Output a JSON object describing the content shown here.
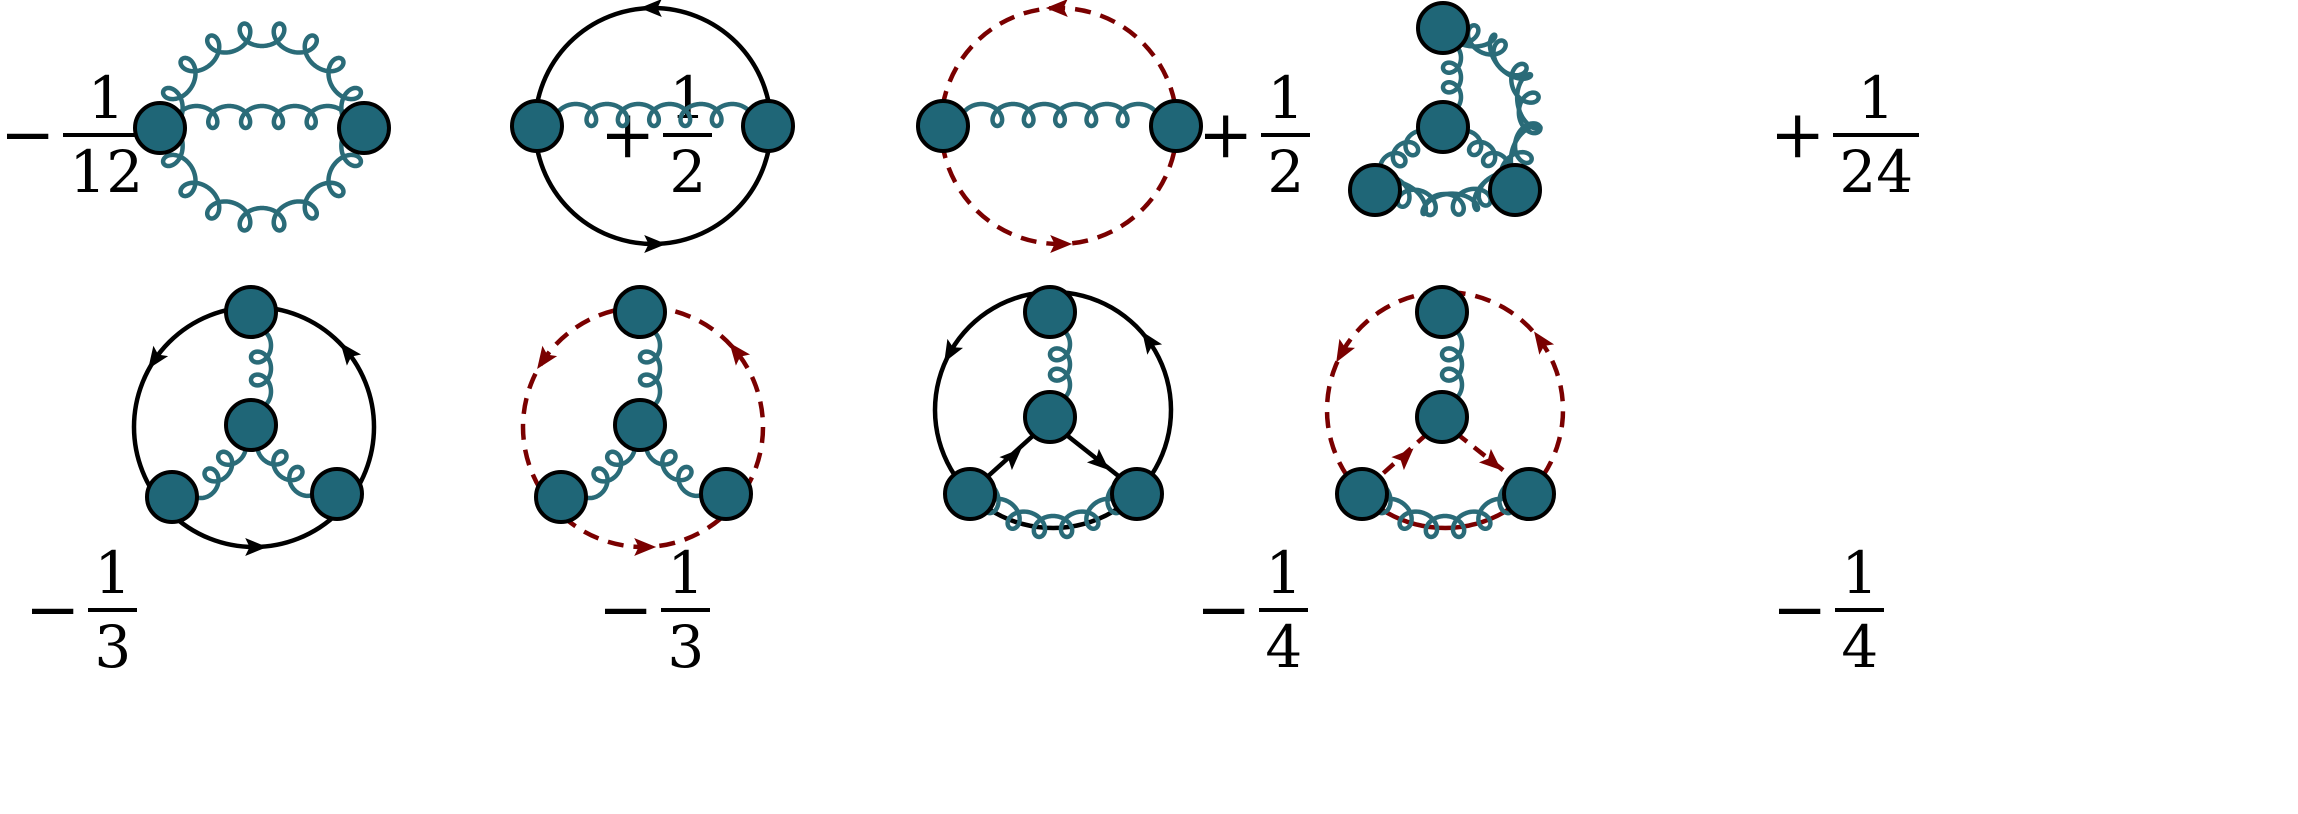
{
  "colors": {
    "gluon": "#2a6b78",
    "vertex_fill": "#1f6677",
    "vertex_stroke": "#000000",
    "fermion": "#000000",
    "ghost": "#7a0000"
  },
  "terms": [
    {
      "sign": "−",
      "numerator": "1",
      "denominator": "12",
      "diagram": "gluon-triple-loop"
    },
    {
      "sign": "+",
      "numerator": "1",
      "denominator": "2",
      "diagram": "fermion-loop-gluon-exchange"
    },
    {
      "sign": "+",
      "numerator": "1",
      "denominator": "2",
      "diagram": "ghost-loop-gluon-exchange"
    },
    {
      "sign": "+",
      "numerator": "1",
      "denominator": "24",
      "diagram": "gluon-tetrahedron"
    },
    {
      "sign": "−",
      "numerator": "1",
      "denominator": "3",
      "diagram": "fermion-loop-three-gluon-vertex"
    },
    {
      "sign": "−",
      "numerator": "1",
      "denominator": "3",
      "diagram": "ghost-loop-three-gluon-vertex"
    },
    {
      "sign": "−",
      "numerator": "1",
      "denominator": "4",
      "diagram": "fermion-triangle-gluon-propagator"
    },
    {
      "sign": "−",
      "numerator": "1",
      "denominator": "4",
      "diagram": "ghost-triangle-gluon-propagator"
    }
  ]
}
